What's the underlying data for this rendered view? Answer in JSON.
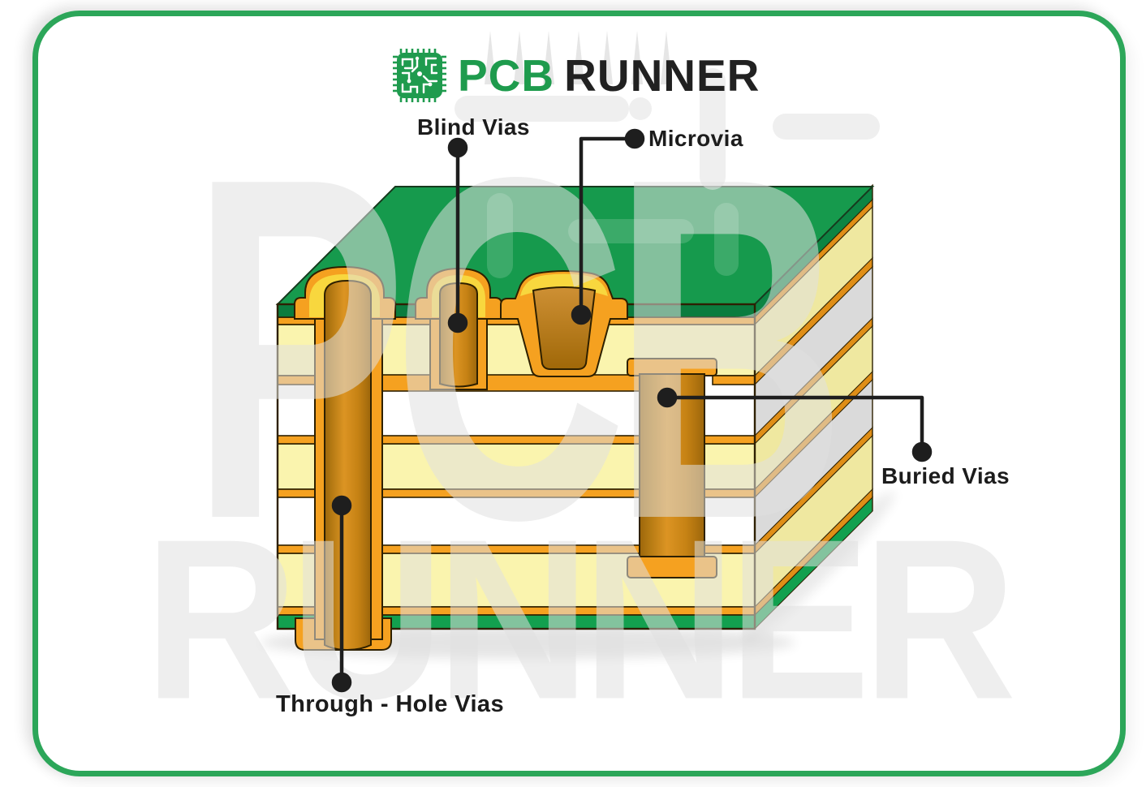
{
  "logo": {
    "icon": "chip-icon",
    "brand_primary": "PCB",
    "brand_secondary": "RUNNER"
  },
  "diagram": {
    "title_implicit": "PCB via types cross-section",
    "vias": [
      {
        "id": "blind",
        "label": "Blind Vias"
      },
      {
        "id": "micro",
        "label": "Microvia"
      },
      {
        "id": "buried",
        "label": "Buried Vias"
      },
      {
        "id": "through",
        "label": "Through - Hole Vias"
      }
    ]
  },
  "watermark": {
    "line1": "PCB",
    "line2": "RUNNER"
  },
  "colors": {
    "frame_green": "#2CA659",
    "board_top_green": "#169A4D",
    "board_edge_green_dark": "#0B7C3E",
    "board_bottom_green": "#13A04F",
    "copper_orange": "#F5A120",
    "copper_barrel_dark": "#9C660B",
    "pad_highlight_yellow": "#F8D73E",
    "substrate_yellow": "#FAF4AE",
    "core_white": "#FFFFFF",
    "side_shadow_gray": "#DADADA",
    "label_black": "#1C1C1C",
    "watermark_gray": "#E0E0E0"
  }
}
